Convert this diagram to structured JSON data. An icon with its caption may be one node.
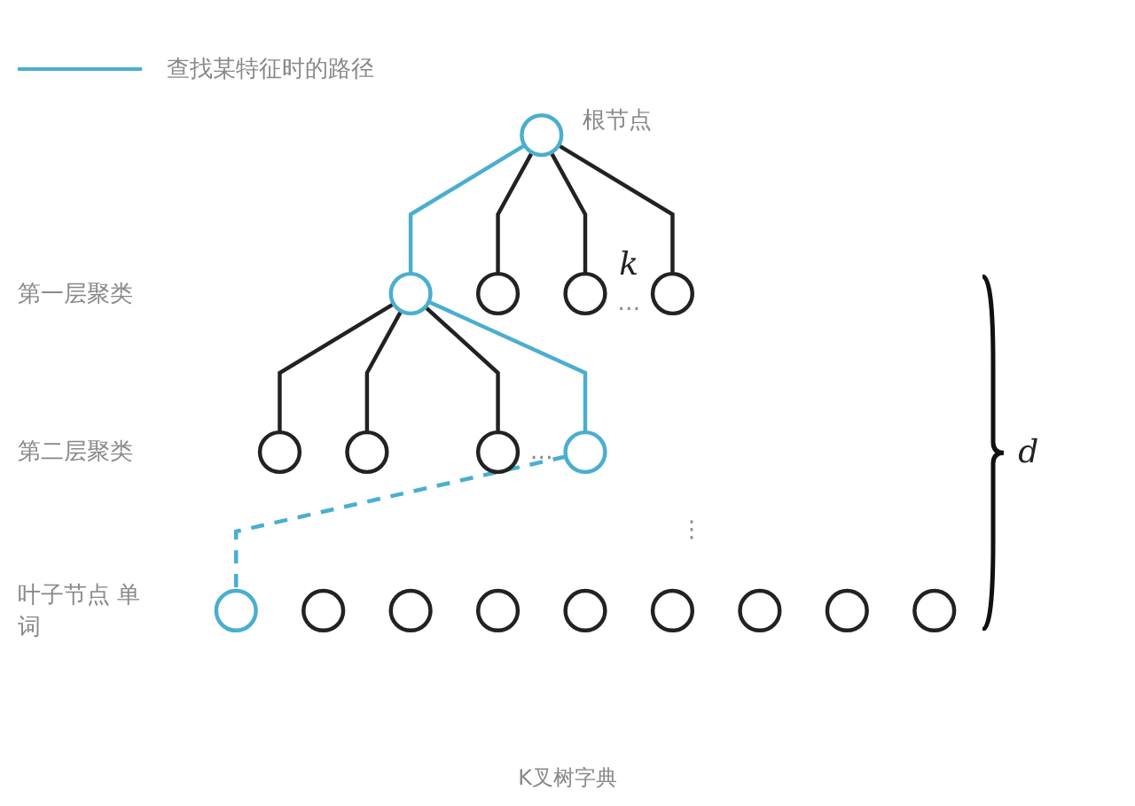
{
  "diagram": {
    "caption": "K叉树字典",
    "nodes": [
      {
        "text": [],
        "shape": "circle",
        "beside": [
          "根节点"
        ]
      },
      {
        "text": [],
        "shape": "circle"
      },
      {
        "text": [],
        "shape": "circle"
      },
      {
        "text": [],
        "shape": "circle"
      },
      {
        "text": [],
        "shape": "circle"
      },
      {
        "text": [],
        "shape": "circle"
      },
      {
        "text": [],
        "shape": "circle"
      },
      {
        "text": [],
        "shape": "circle"
      },
      {
        "text": [],
        "shape": "circle"
      },
      {
        "text": [],
        "shape": "circle"
      },
      {
        "text": [],
        "shape": "circle"
      },
      {
        "text": [],
        "shape": "circle"
      },
      {
        "text": [],
        "shape": "circle"
      },
      {
        "text": [],
        "shape": "circle"
      },
      {
        "text": [],
        "shape": "circle"
      },
      {
        "text": [],
        "shape": "circle"
      },
      {
        "text": [],
        "shape": "circle"
      },
      {
        "text": [],
        "shape": "circle"
      }
    ],
    "edges": [
      {
        "from": 0,
        "to": 1,
        "arrow": "none",
        "color": "#4aaed0"
      },
      {
        "from": 0,
        "to": 2,
        "arrow": "none"
      },
      {
        "from": 0,
        "to": 3,
        "arrow": "none"
      },
      {
        "from": 0,
        "to": 4,
        "arrow": "none"
      },
      {
        "from": 1,
        "to": 5,
        "arrow": "none"
      },
      {
        "from": 1,
        "to": 6,
        "arrow": "none"
      },
      {
        "from": 1,
        "to": 7,
        "arrow": "none"
      },
      {
        "from": 1,
        "to": 8,
        "arrow": "none",
        "color": "#4aaed0"
      },
      {
        "from": 8,
        "to": 12,
        "arrow": "none",
        "style": "dashed",
        "color": "#4aaed0"
      }
    ],
    "labels": [
      "第一层聚类",
      "k",
      "…",
      "第二层聚类",
      "…",
      "⋮",
      "d",
      "叶子节点 单词"
    ],
    "legend": [
      {
        "text": "查找某特征时的路径"
      }
    ]
  }
}
